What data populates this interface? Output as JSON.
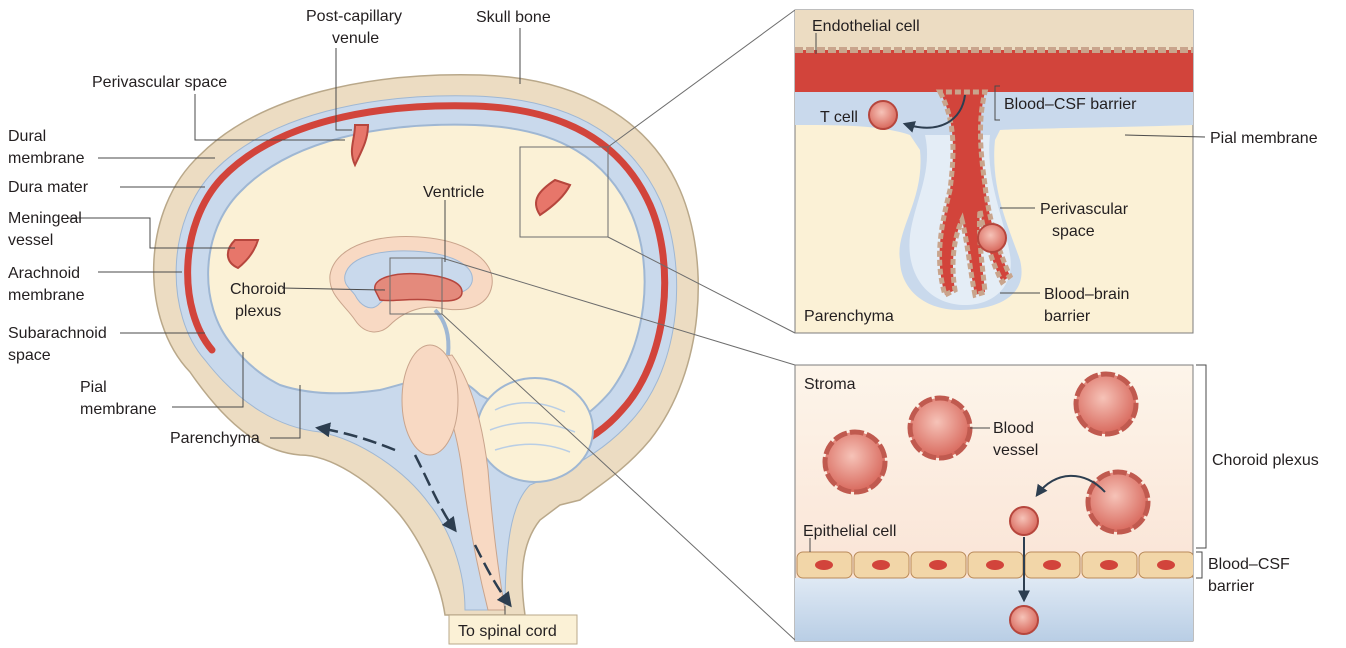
{
  "labels": {
    "post_capillary_1": "Post-capillary",
    "post_capillary_2": "venule",
    "skull_bone": "Skull bone",
    "perivascular_space": "Perivascular space",
    "dural_1": "Dural",
    "dural_2": "membrane",
    "dura_mater": "Dura mater",
    "meningeal_1": "Meningeal",
    "meningeal_2": "vessel",
    "arachnoid_1": "Arachnoid",
    "arachnoid_2": "membrane",
    "choroid_1": "Choroid",
    "choroid_2": "plexus",
    "ventricle": "Ventricle",
    "subarachnoid_1": "Subarachnoid",
    "subarachnoid_2": "space",
    "pial_1": "Pial",
    "pial_2": "membrane",
    "parenchyma": "Parenchyma",
    "to_spinal_cord": "To spinal cord"
  },
  "inset_top": {
    "endothelial_cell": "Endothelial cell",
    "t_cell": "T cell",
    "blood_csf_barrier": "Blood–CSF barrier",
    "pial_membrane": "Pial membrane",
    "perivascular_1": "Perivascular",
    "perivascular_2": "space",
    "blood_brain_1": "Blood–brain",
    "blood_brain_2": "barrier",
    "parenchyma": "Parenchyma"
  },
  "inset_bottom": {
    "stroma": "Stroma",
    "blood_vessel_1": "Blood",
    "blood_vessel_2": "vessel",
    "choroid_plexus": "Choroid plexus",
    "epithelial_cell": "Epithelial cell",
    "blood_csf_1": "Blood–CSF",
    "blood_csf_2": "barrier"
  },
  "colors": {
    "blood": "#d2443b",
    "csf": "#c9d9ec",
    "brain": "#fbf1d6",
    "bone": "#ecdcc2",
    "arrow": "#2d3e50"
  }
}
